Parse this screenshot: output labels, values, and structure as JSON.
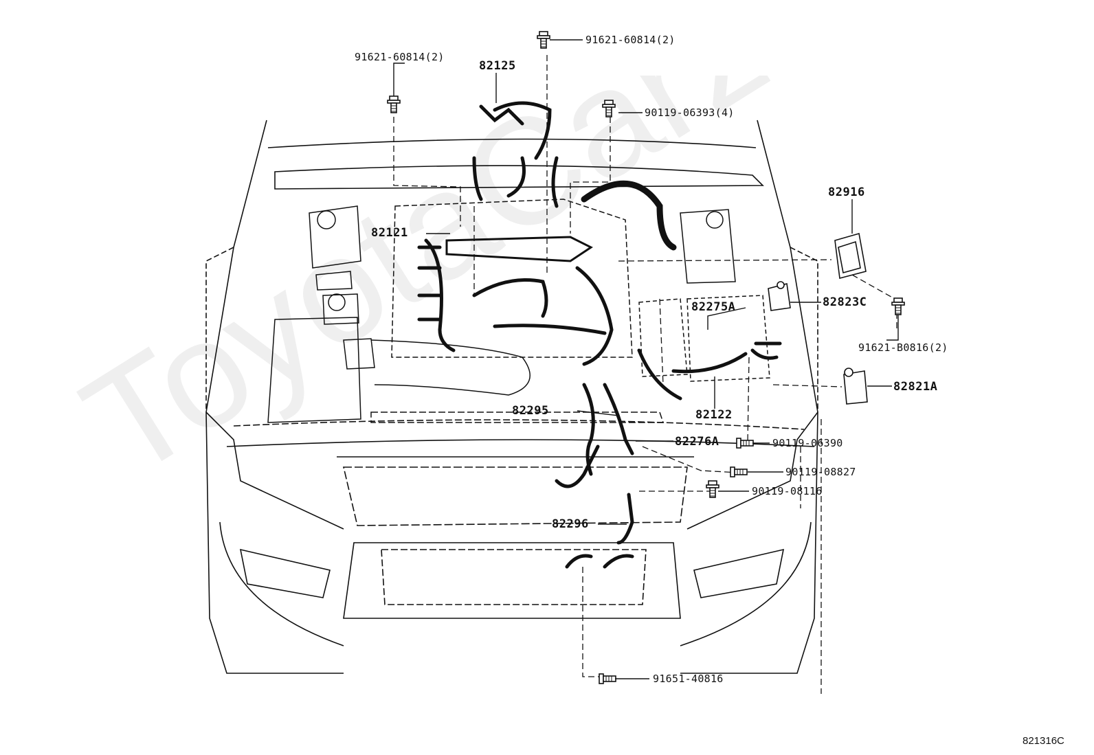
{
  "watermark": "ToyotaCarz.ru",
  "figure_id": "821316C",
  "callouts": [
    {
      "id": "bolt-top-center",
      "text": "91621-60814(2)"
    },
    {
      "id": "bolt-top-left",
      "text": "91621-60814(2)"
    },
    {
      "id": "harness-82125",
      "text": "82125"
    },
    {
      "id": "bolt-90119-06393",
      "text": "90119-06393(4)"
    },
    {
      "id": "harness-82121",
      "text": "82121"
    },
    {
      "id": "part-82916",
      "text": "82916"
    },
    {
      "id": "part-82823C",
      "text": "82823C"
    },
    {
      "id": "harness-82275A",
      "text": "82275A"
    },
    {
      "id": "bolt-91621-B0816",
      "text": "91621-B0816(2)"
    },
    {
      "id": "part-82821A",
      "text": "82821A"
    },
    {
      "id": "harness-82295",
      "text": "82295"
    },
    {
      "id": "harness-82122",
      "text": "82122"
    },
    {
      "id": "harness-82276A",
      "text": "82276A"
    },
    {
      "id": "bolt-90119-06390",
      "text": "90119-06390"
    },
    {
      "id": "bolt-90119-08827",
      "text": "90119-08827"
    },
    {
      "id": "bolt-90119-08116",
      "text": "90119-08116"
    },
    {
      "id": "harness-82296",
      "text": "82296"
    },
    {
      "id": "bolt-91651-40816",
      "text": "91651-40816"
    }
  ]
}
